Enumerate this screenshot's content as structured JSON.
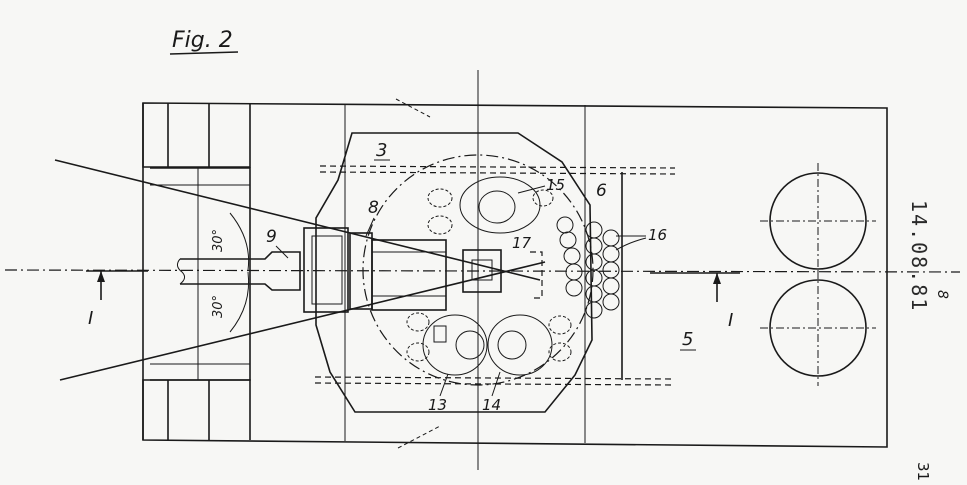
{
  "figure": {
    "title": "Fig. 2",
    "section_marker": "I",
    "angle_upper": "30°",
    "angle_lower": "30°",
    "labels": {
      "l3": "3",
      "l5": "5",
      "l6": "6",
      "l8": "8",
      "l9": "9",
      "l13": "13",
      "l14": "14",
      "l15": "15",
      "l16": "16",
      "l17": "17"
    },
    "margin_stamp": "14.08.81",
    "margin_stamp_suffix": "8",
    "page_number": "31"
  },
  "colors": {
    "ink": "#1a1a1a",
    "paper": "#f7f7f5"
  }
}
